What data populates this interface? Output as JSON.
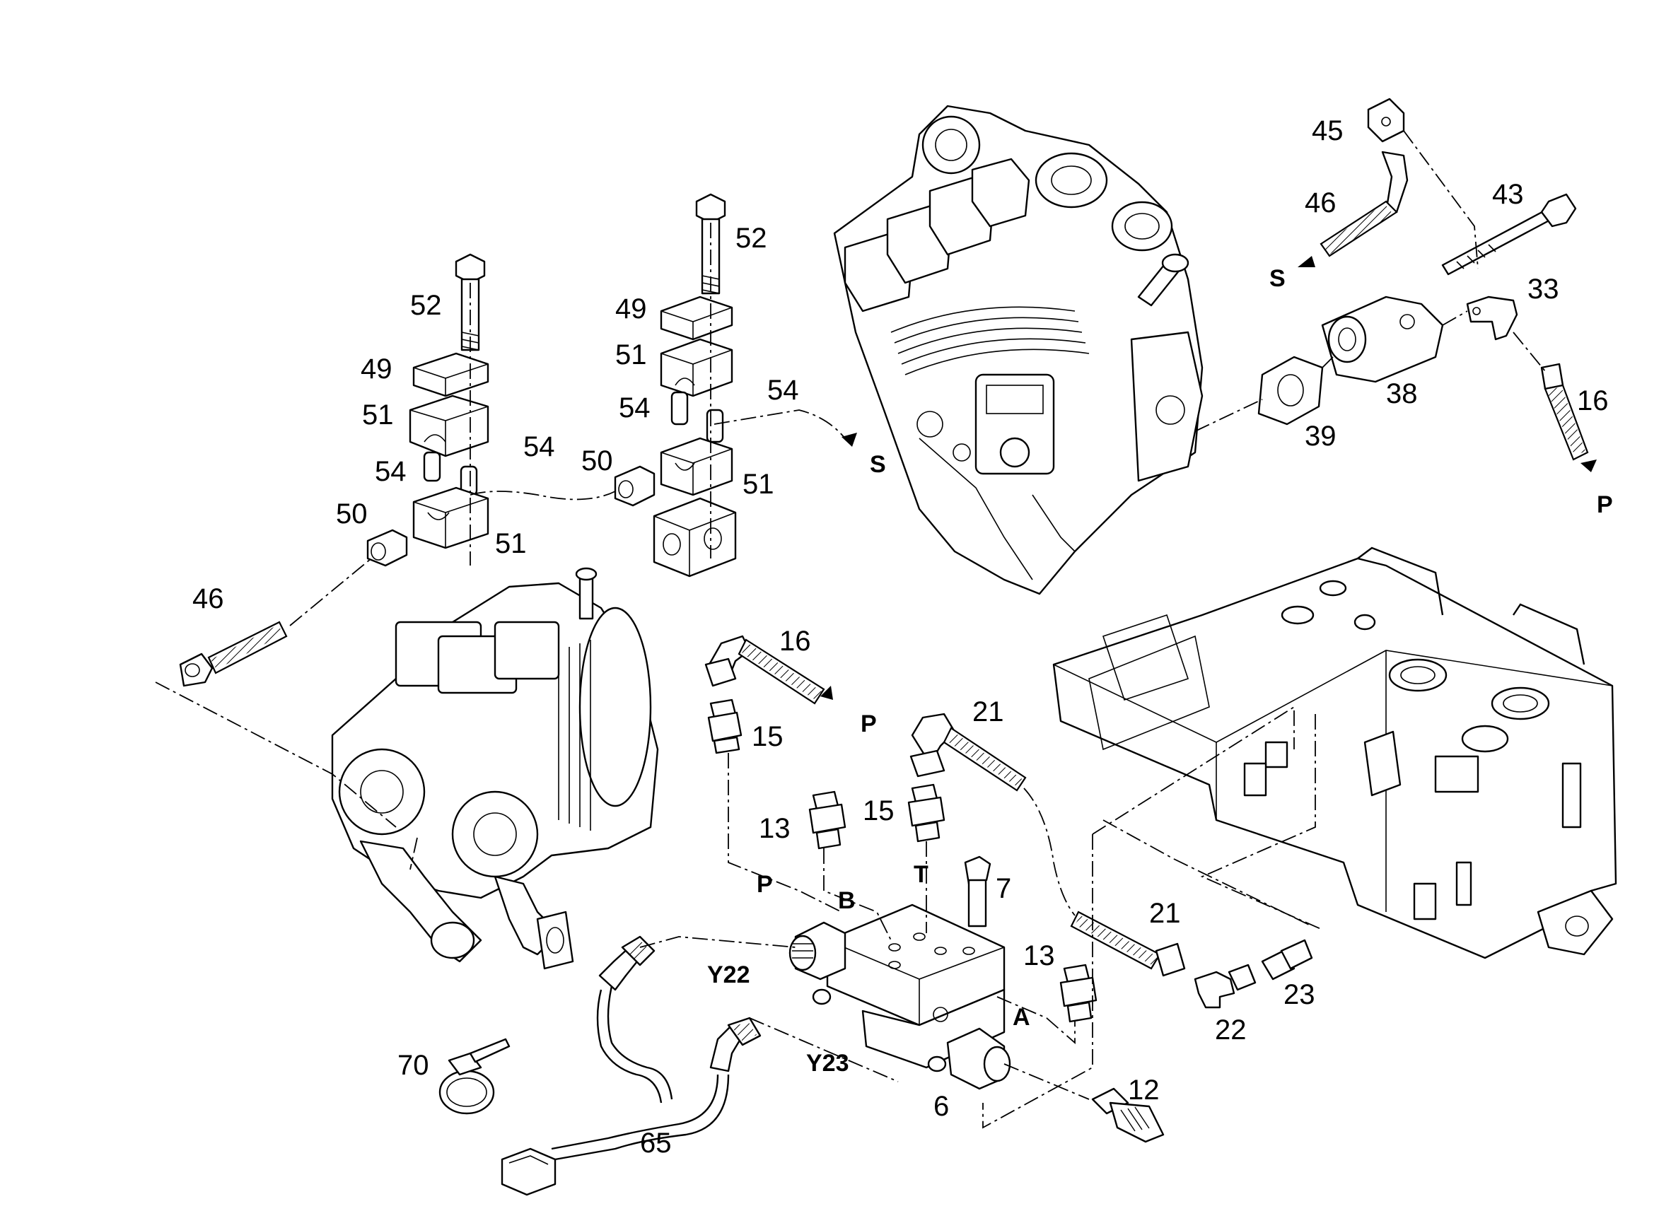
{
  "labels": {
    "p52a": "52",
    "p52b": "52",
    "p49a": "49",
    "p49b": "49",
    "p51a": "51",
    "p51b": "51",
    "p51c": "51",
    "p51d": "51",
    "p54a": "54",
    "p54b": "54",
    "p54c": "54",
    "p54d": "54",
    "p50a": "50",
    "p50b": "50",
    "p46a": "46",
    "p46b": "46",
    "p45": "45",
    "p43": "43",
    "p33": "33",
    "p38": "38",
    "p39": "39",
    "p16a": "16",
    "p16b": "16",
    "p15a": "15",
    "p15b": "15",
    "p13a": "13",
    "p13b": "13",
    "p21a": "21",
    "p21b": "21",
    "p7": "7",
    "p6": "6",
    "p12": "12",
    "p22": "22",
    "p23": "23",
    "p65": "65",
    "p70": "70"
  },
  "port_labels": {
    "s1": "S",
    "s2": "S",
    "p1": "P",
    "p2": "P",
    "p3": "P",
    "b": "B",
    "t": "T",
    "a": "A",
    "y22": "Y22",
    "y23": "Y23"
  }
}
